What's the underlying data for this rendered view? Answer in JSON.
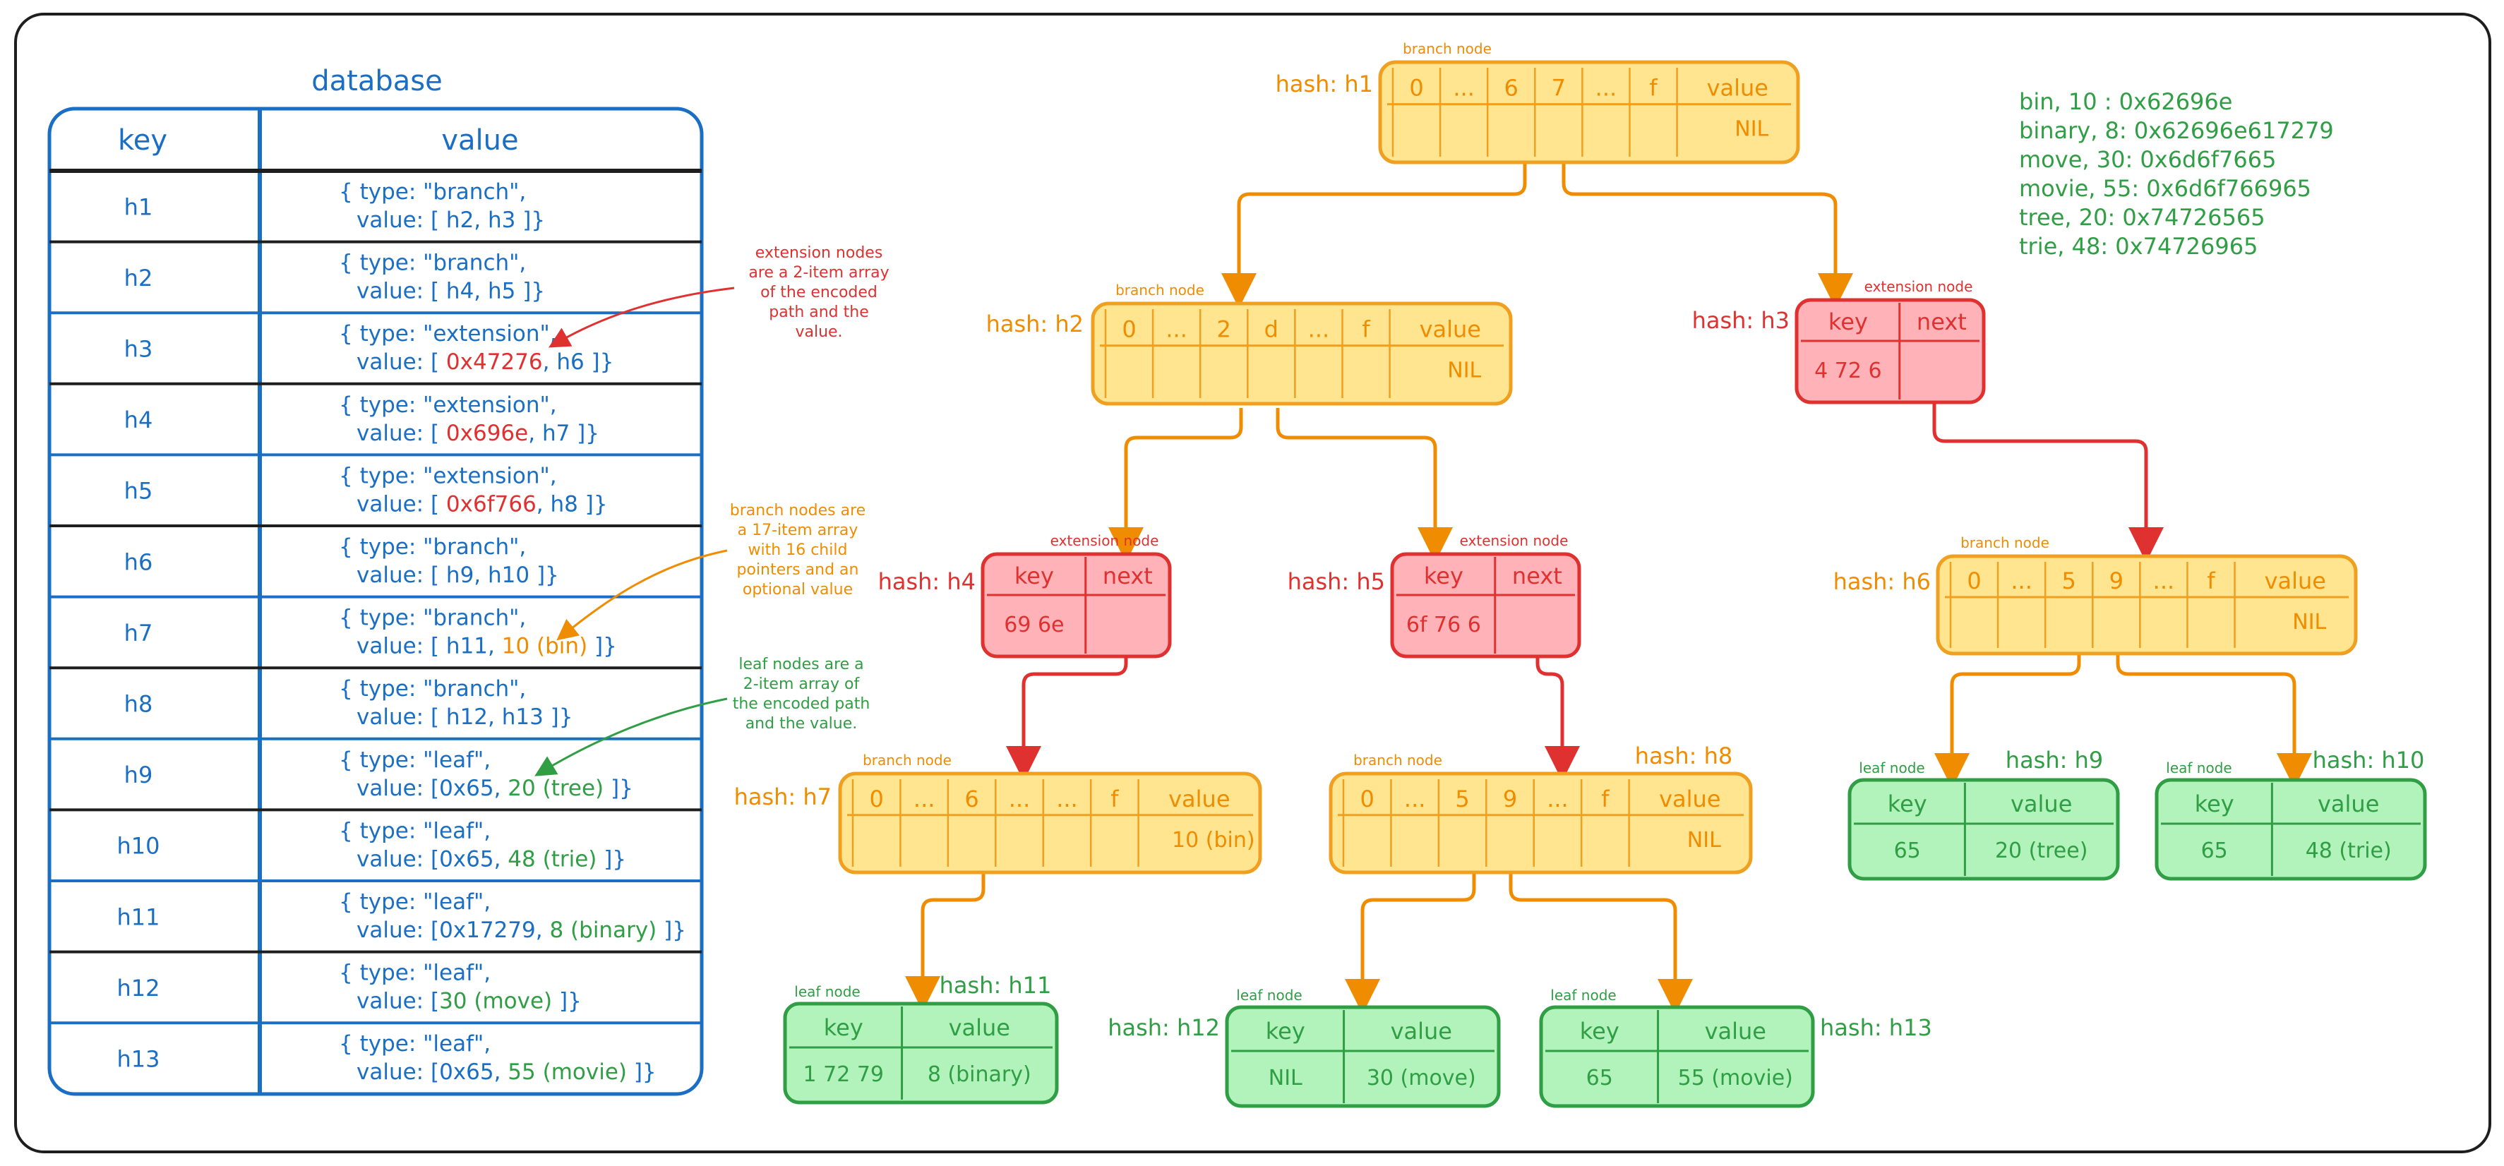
{
  "database": {
    "title": "database",
    "header_key": "key",
    "header_value": "value",
    "rows": [
      {
        "key": "h1",
        "l1": [
          {
            "t": "{ type: \"branch\",",
            "c": "blue"
          }
        ],
        "l2": [
          {
            "t": "value: [ h2, h3 ]}",
            "c": "blue"
          }
        ]
      },
      {
        "key": "h2",
        "l1": [
          {
            "t": "{ type: \"branch\",",
            "c": "blue"
          }
        ],
        "l2": [
          {
            "t": "value: [ h4, h5 ]}",
            "c": "blue"
          }
        ]
      },
      {
        "key": "h3",
        "l1": [
          {
            "t": "{ type: \"extension\",",
            "c": "blue"
          }
        ],
        "l2": [
          {
            "t": "value: [ ",
            "c": "blue"
          },
          {
            "t": "0x47276",
            "c": "red"
          },
          {
            "t": ", h6 ]}",
            "c": "blue"
          }
        ]
      },
      {
        "key": "h4",
        "l1": [
          {
            "t": "{ type: \"extension\",",
            "c": "blue"
          }
        ],
        "l2": [
          {
            "t": "value: [ ",
            "c": "blue"
          },
          {
            "t": "0x696e",
            "c": "red"
          },
          {
            "t": ", h7 ]}",
            "c": "blue"
          }
        ]
      },
      {
        "key": "h5",
        "l1": [
          {
            "t": "{ type: \"extension\",",
            "c": "blue"
          }
        ],
        "l2": [
          {
            "t": "value: [ ",
            "c": "blue"
          },
          {
            "t": "0x6f766",
            "c": "red"
          },
          {
            "t": ", h8 ]}",
            "c": "blue"
          }
        ]
      },
      {
        "key": "h6",
        "l1": [
          {
            "t": "{ type: \"branch\",",
            "c": "blue"
          }
        ],
        "l2": [
          {
            "t": "value: [ h9, h10 ]}",
            "c": "blue"
          }
        ]
      },
      {
        "key": "h7",
        "l1": [
          {
            "t": "{ type: \"branch\",",
            "c": "blue"
          }
        ],
        "l2": [
          {
            "t": "value: [ h11, ",
            "c": "blue"
          },
          {
            "t": "10 (bin)",
            "c": "orange"
          },
          {
            "t": " ]}",
            "c": "blue"
          }
        ]
      },
      {
        "key": "h8",
        "l1": [
          {
            "t": "{ type: \"branch\",",
            "c": "blue"
          }
        ],
        "l2": [
          {
            "t": "value: [ h12, h13 ]}",
            "c": "blue"
          }
        ]
      },
      {
        "key": "h9",
        "l1": [
          {
            "t": "{ type: \"leaf\",",
            "c": "blue"
          }
        ],
        "l2": [
          {
            "t": "value: [0x65, ",
            "c": "blue"
          },
          {
            "t": "20 (tree)",
            "c": "green"
          },
          {
            "t": " ]}",
            "c": "blue"
          }
        ]
      },
      {
        "key": "h10",
        "l1": [
          {
            "t": "{ type: \"leaf\",",
            "c": "blue"
          }
        ],
        "l2": [
          {
            "t": "value: [0x65, ",
            "c": "blue"
          },
          {
            "t": "48 (trie)",
            "c": "green"
          },
          {
            "t": " ]}",
            "c": "blue"
          }
        ]
      },
      {
        "key": "h11",
        "l1": [
          {
            "t": "{ type: \"leaf\",",
            "c": "blue"
          }
        ],
        "l2": [
          {
            "t": "value: [0x17279, ",
            "c": "blue"
          },
          {
            "t": "8 (binary)",
            "c": "green"
          },
          {
            "t": " ]}",
            "c": "blue"
          }
        ]
      },
      {
        "key": "h12",
        "l1": [
          {
            "t": "{ type: \"leaf\",",
            "c": "blue"
          }
        ],
        "l2": [
          {
            "t": "value: [",
            "c": "blue"
          },
          {
            "t": "30 (move)",
            "c": "green"
          },
          {
            "t": " ]}",
            "c": "blue"
          }
        ]
      },
      {
        "key": "h13",
        "l1": [
          {
            "t": "{ type: \"leaf\",",
            "c": "blue"
          }
        ],
        "l2": [
          {
            "t": "value: [0x65, ",
            "c": "blue"
          },
          {
            "t": "55 (movie)",
            "c": "green"
          },
          {
            "t": " ]}",
            "c": "blue"
          }
        ]
      }
    ]
  },
  "notes": {
    "extension": [
      "extension nodes",
      "are a 2-item array",
      "of the encoded",
      "path and the",
      "value."
    ],
    "branch": [
      "branch nodes are",
      "a 17-item array",
      "with 16 child",
      "pointers and an",
      "optional value"
    ],
    "leaf": [
      "leaf nodes are a",
      "2-item array of",
      "the encoded path",
      "and the value."
    ]
  },
  "legend": [
    "bin, 10 : 0x62696e",
    "binary, 8: 0x62696e617279",
    "move, 30: 0x6d6f7665",
    "movie, 55: 0x6d6f766965",
    "tree, 20: 0x74726565",
    "trie, 48: 0x74726965"
  ],
  "labels": {
    "branch_node": "branch node",
    "extension_node": "extension node",
    "leaf_node": "leaf node",
    "key": "key",
    "next": "next",
    "value": "value"
  },
  "nodes": {
    "h1": {
      "hash": "hash: h1",
      "slots": [
        "0",
        "...",
        "6",
        "7",
        "...",
        "f"
      ],
      "value": "NIL"
    },
    "h2": {
      "hash": "hash: h2",
      "slots": [
        "0",
        "...",
        "2",
        "d",
        "...",
        "f"
      ],
      "value": "NIL"
    },
    "h3": {
      "hash": "hash: h3",
      "key": "4 72 6"
    },
    "h4": {
      "hash": "hash: h4",
      "key": "69 6e"
    },
    "h5": {
      "hash": "hash: h5",
      "key": "6f 76 6"
    },
    "h6": {
      "hash": "hash: h6",
      "slots": [
        "0",
        "...",
        "5",
        "9",
        "...",
        "f"
      ],
      "value": "NIL"
    },
    "h7": {
      "hash": "hash: h7",
      "slots": [
        "0",
        "...",
        "6",
        "...",
        "...",
        "f"
      ],
      "value": "10 (bin)"
    },
    "h8": {
      "hash": "hash: h8",
      "slots": [
        "0",
        "...",
        "5",
        "9",
        "...",
        "f"
      ],
      "value": "NIL"
    },
    "h9": {
      "hash": "hash: h9",
      "key": "65",
      "value": "20 (tree)"
    },
    "h10": {
      "hash": "hash: h10",
      "key": "65",
      "value": "48 (trie)"
    },
    "h11": {
      "hash": "hash: h11",
      "key": "1 72 79",
      "value": "8 (binary)"
    },
    "h12": {
      "hash": "hash: h12",
      "key": "NIL",
      "value": "30 (move)"
    },
    "h13": {
      "hash": "hash: h13",
      "key": "65",
      "value": "55 (movie)"
    }
  },
  "colors": {
    "blue": "#1a6fc4",
    "red": "#e03131",
    "orange": "#f08c00",
    "green": "#2f9e44",
    "branch_fill": "#ffe58f",
    "branch_stroke": "#f0a020",
    "ext_fill": "#ffb3b8",
    "ext_stroke": "#e03131",
    "leaf_fill": "#b2f2bb",
    "leaf_stroke": "#2f9e44"
  }
}
